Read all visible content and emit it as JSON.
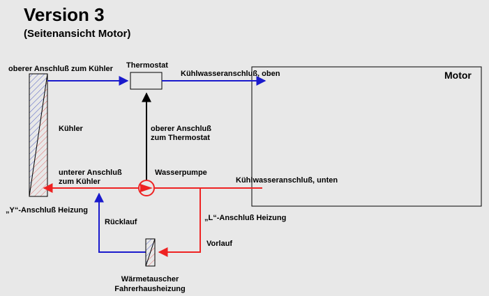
{
  "header": {
    "title": "Version 3",
    "subtitle": "(Seitenansicht Motor)"
  },
  "labels": {
    "oberer_kuehler": "oberer Anschluß zum Kühler",
    "thermostat": "Thermostat",
    "kuehlwasser_oben": "Kühlwasseranschluß, oben",
    "motor": "Motor",
    "kuehler": "Kühler",
    "oberer_thermostat_1": "oberer Anschluß",
    "oberer_thermostat_2": "zum Thermostat",
    "unterer_kuehler_1": "unterer Anschluß",
    "unterer_kuehler_2": "zum Kühler",
    "wasserpumpe": "Wasserpumpe",
    "kuehlwasser_unten": "Kühlwasseranschluß, unten",
    "y_anschluss": "„Y“-Anschluß Heizung",
    "l_anschluss": "„L“-Anschluß Heizung",
    "ruecklauf": "Rücklauf",
    "vorlauf": "Vorlauf",
    "waermetauscher_1": "Wärmetauscher",
    "waermetauscher_2": "Fahrerhausheizung"
  },
  "colors": {
    "cold": "#1a1acc",
    "hot": "#ee2222",
    "black": "#000000"
  }
}
